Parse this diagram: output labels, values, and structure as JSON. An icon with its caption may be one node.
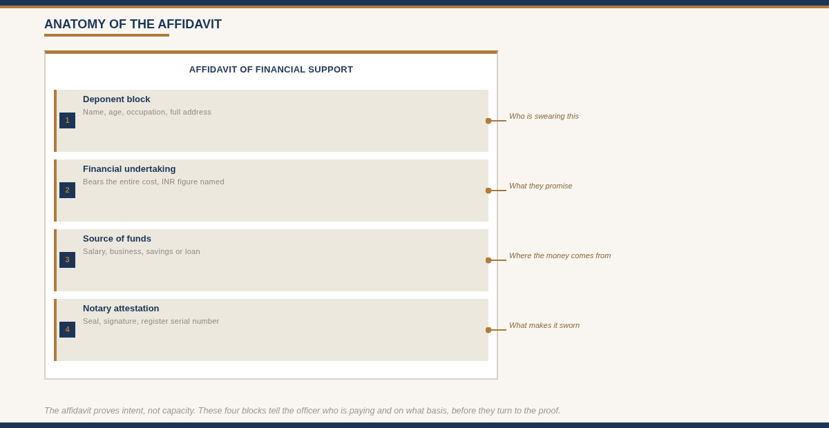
{
  "diagram": {
    "title": "ANATOMY OF THE AFFIDAVIT",
    "caption": "The affidavit proves intent, not capacity. These four blocks tell the officer who is paying and on what basis, before they turn to the proof.",
    "nodes": [
      {
        "text": [
          "AFFIDAVIT OF FINANCIAL SUPPORT"
        ]
      },
      {
        "text": [
          "Deponent block",
          "Name, age, occupation, full address"
        ],
        "in": 0
      },
      {
        "text": [
          "1"
        ],
        "in": 1
      },
      {
        "text": [
          "Who is swearing this"
        ]
      },
      {
        "text": [
          "Financial undertaking",
          "Bears the entire cost, INR figure named"
        ],
        "in": 0
      },
      {
        "text": [
          "2"
        ],
        "in": 4
      },
      {
        "text": [
          "What they promise"
        ]
      },
      {
        "text": [
          "Source of funds",
          "Salary, business, savings or loan"
        ],
        "in": 0
      },
      {
        "text": [
          "3"
        ],
        "in": 7
      },
      {
        "text": [
          "Where the money comes from"
        ]
      },
      {
        "text": [
          "Notary attestation",
          "Seal, signature, register serial number"
        ],
        "in": 0
      },
      {
        "text": [
          "4"
        ],
        "in": 10
      },
      {
        "text": [
          "What makes it sworn"
        ]
      }
    ],
    "edges": [
      {
        "from": 3,
        "to": 1,
        "arrow": "other"
      },
      {
        "from": 6,
        "to": 4,
        "arrow": "other"
      },
      {
        "from": 9,
        "to": 7,
        "arrow": "other"
      },
      {
        "from": 12,
        "to": 10,
        "arrow": "other"
      }
    ]
  }
}
